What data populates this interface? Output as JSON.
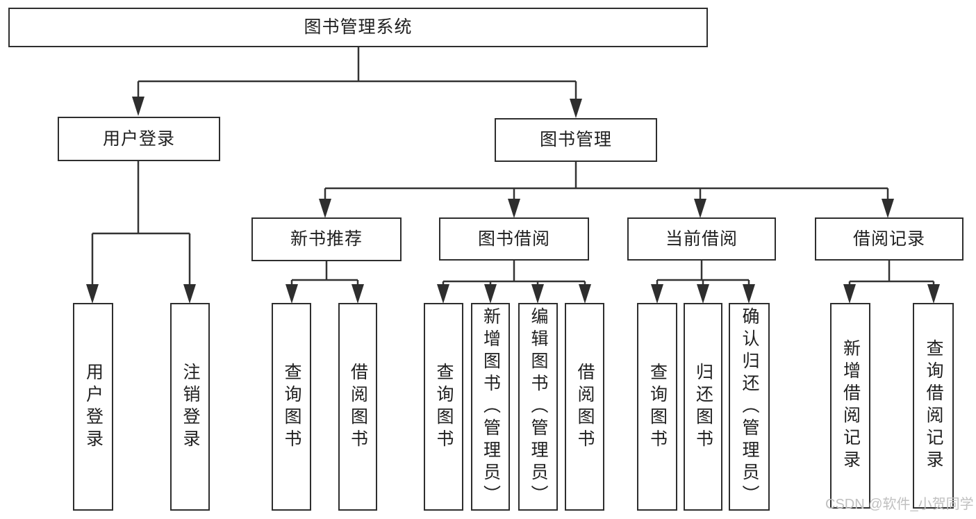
{
  "page": {
    "background": "#ffffff"
  },
  "colors": {
    "line": "#333333",
    "box_border": "#2e2e2e",
    "text": "#1f1f1f",
    "watermark": "#c0c0c0"
  },
  "watermark": {
    "text": "CSDN @软件_小贺同学"
  },
  "tree": {
    "label": "图书管理系统",
    "children": [
      {
        "label": "用户登录",
        "children": [
          {
            "label": "用户登录"
          },
          {
            "label": "注销登录"
          }
        ]
      },
      {
        "label": "图书管理",
        "children": [
          {
            "label": "新书推荐",
            "children": [
              {
                "label": "查询图书"
              },
              {
                "label": "借阅图书"
              }
            ]
          },
          {
            "label": "图书借阅",
            "children": [
              {
                "label": "查询图书"
              },
              {
                "label": "新增图书（管理员）"
              },
              {
                "label": "编辑图书（管理员）"
              },
              {
                "label": "借阅图书"
              }
            ]
          },
          {
            "label": "当前借阅",
            "children": [
              {
                "label": "查询图书"
              },
              {
                "label": "归还图书"
              },
              {
                "label": "确认归还（管理员）"
              }
            ]
          },
          {
            "label": "借阅记录",
            "children": [
              {
                "label": "新增借阅记录"
              },
              {
                "label": "查询借阅记录"
              }
            ]
          }
        ]
      }
    ]
  }
}
